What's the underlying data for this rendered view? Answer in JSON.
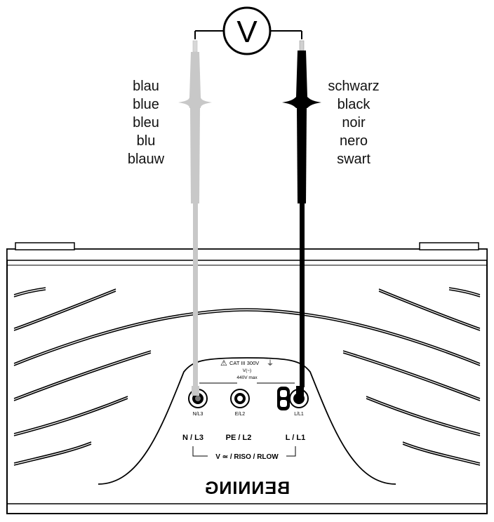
{
  "meter": {
    "symbol": "V"
  },
  "blue_lead": {
    "labels": [
      "blau",
      "blue",
      "bleu",
      "blu",
      "blauw"
    ],
    "color": "#c8c8c8"
  },
  "black_lead": {
    "labels": [
      "schwarz",
      "black",
      "noir",
      "nero",
      "swart"
    ],
    "color": "#000000"
  },
  "device": {
    "warning_symbol": "⚠",
    "cat_rating": "CAT III 300V",
    "ground_symbol": "⏚",
    "vrating_1": "V(~)",
    "vrating_2": "440V max",
    "jacks": [
      {
        "id": "N/L3"
      },
      {
        "id": "E/L2"
      },
      {
        "id": "L/L1"
      }
    ],
    "terminal_labels": [
      "N / L3",
      "PE / L2",
      "L / L1"
    ],
    "function_label": "V ≃ / RISO / RLOW",
    "brand": "BENNING"
  }
}
